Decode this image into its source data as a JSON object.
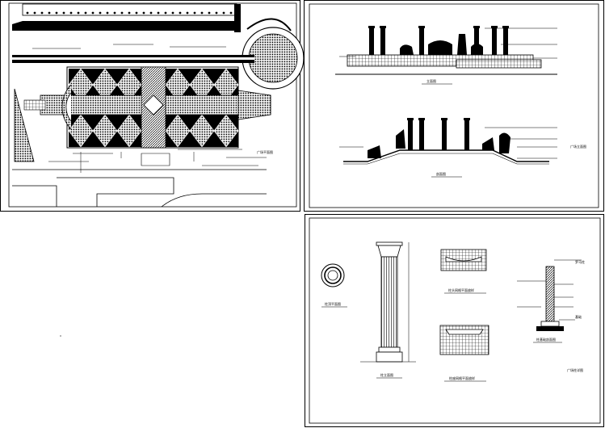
{
  "sheets": {
    "plan": {
      "note": "广场平面图"
    },
    "elevation": {
      "top_caption": "立面图",
      "bottom_caption": "剖面图",
      "note": "广场立面图"
    },
    "details": {
      "ring_caption": "柱顶平面图",
      "column_caption": "柱立面图",
      "cap_caption": "柱头网格平面放样",
      "base_caption": "柱座网格平面放样",
      "section_caption": "柱基础剖面图",
      "section_label_1": "罗马柱",
      "section_label_2": "基础",
      "note": "广场柱详图"
    }
  },
  "colors": {
    "line": "#000000",
    "paper": "#ffffff"
  }
}
